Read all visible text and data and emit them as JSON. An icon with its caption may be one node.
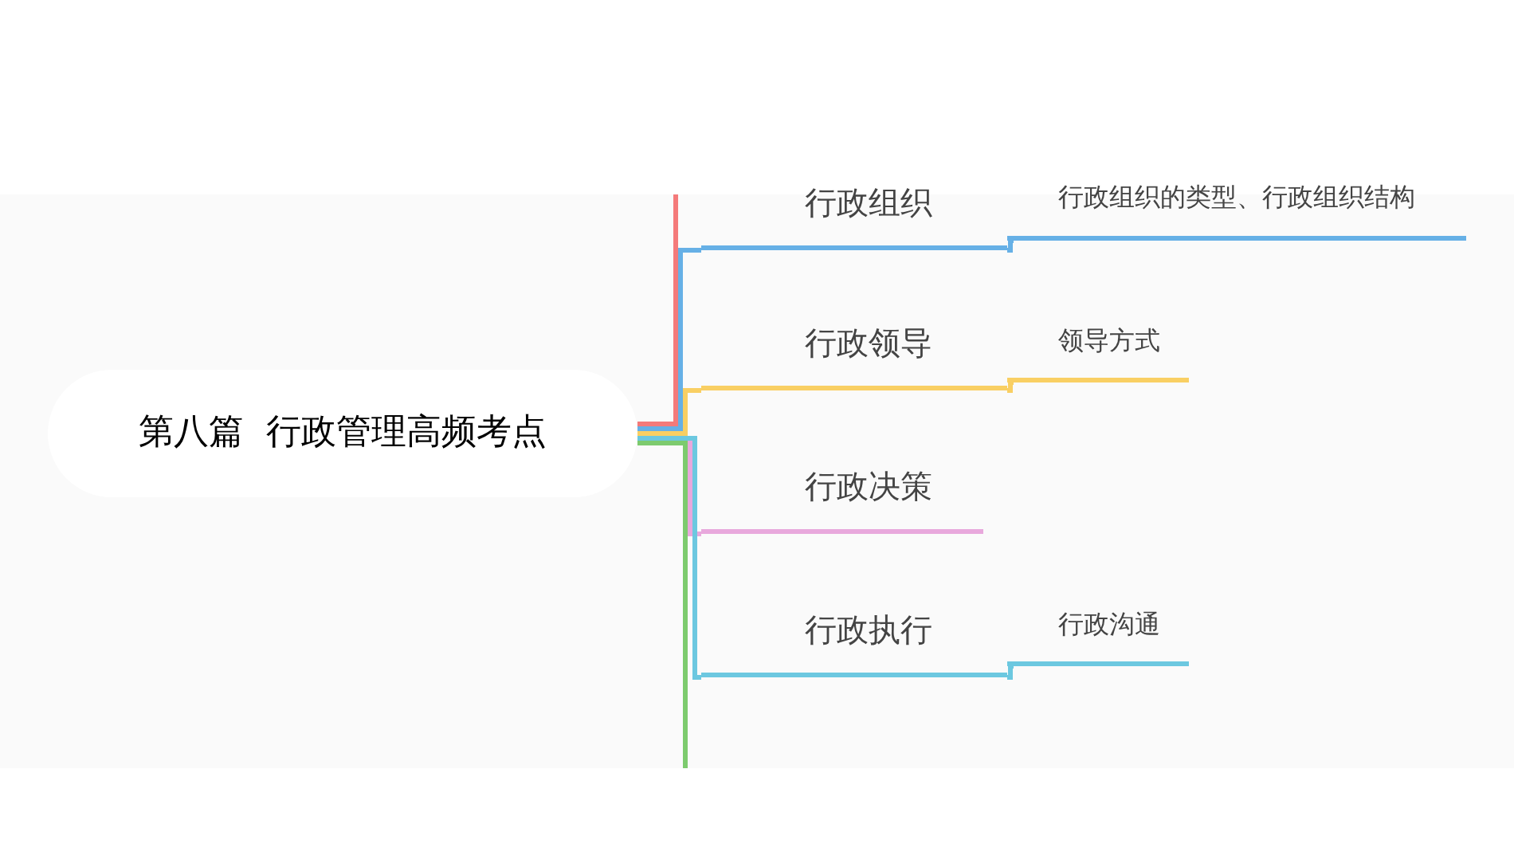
{
  "diagram": {
    "nodes": [
      {
        "text": [
          "第八篇  行政管理高频考点"
        ]
      },
      {
        "text": [
          "行政组织"
        ]
      },
      {
        "text": [
          "行政组织的类型、行政组织结构"
        ]
      },
      {
        "text": [
          "行政领导"
        ]
      },
      {
        "text": [
          "领导方式"
        ]
      },
      {
        "text": [
          "行政决策"
        ]
      },
      {
        "text": [
          "行政执行"
        ]
      },
      {
        "text": [
          "行政沟通"
        ]
      }
    ],
    "edges": [
      {
        "from": 0,
        "to": null,
        "arrow": "none",
        "color": "#f47a7a"
      },
      {
        "from": 0,
        "to": 1,
        "arrow": "none",
        "color": "#66b0e6"
      },
      {
        "from": 1,
        "to": 2,
        "arrow": "none",
        "color": "#66b0e6"
      },
      {
        "from": 0,
        "to": 3,
        "arrow": "none",
        "color": "#f9cf63"
      },
      {
        "from": 3,
        "to": 4,
        "arrow": "none",
        "color": "#f9cf63"
      },
      {
        "from": 0,
        "to": 5,
        "arrow": "none",
        "color": "#e8a8dc"
      },
      {
        "from": 0,
        "to": 6,
        "arrow": "none",
        "color": "#6cc8e0"
      },
      {
        "from": 6,
        "to": 7,
        "arrow": "none",
        "color": "#6cc8e0"
      },
      {
        "from": 0,
        "to": null,
        "arrow": "none",
        "color": "#7dcb6e"
      }
    ]
  }
}
